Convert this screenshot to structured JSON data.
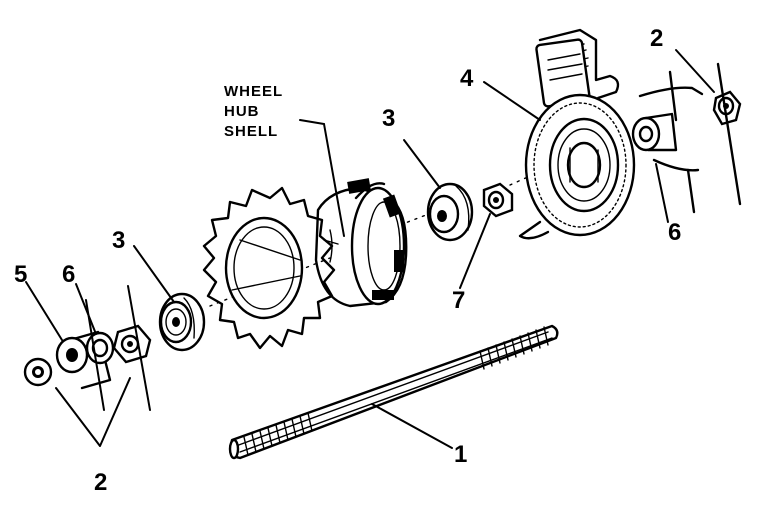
{
  "labels": {
    "axle": "1",
    "washer_left": "2",
    "washer_right": "2",
    "bearing_left": "3",
    "bearing_right": "3",
    "brake_assembly": "4",
    "spacer": "5",
    "nut_left": "6",
    "nut_right": "6",
    "cone_nut": "7",
    "hub_line1": "WHEEL",
    "hub_line2": "HUB",
    "hub_line3": "SHELL"
  }
}
